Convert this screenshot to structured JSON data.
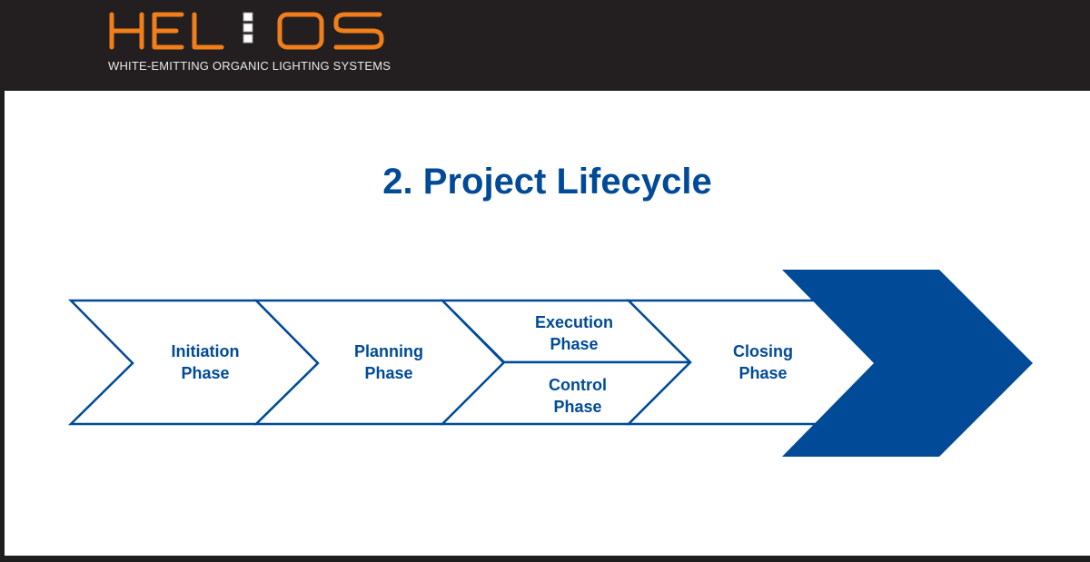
{
  "header": {
    "logo_text": "HEL:OS",
    "tagline": "WHITE-EMITTING ORGANIC LIGHTING SYSTEMS"
  },
  "slide": {
    "title": "2. Project Lifecycle"
  },
  "lifecycle": {
    "phases": [
      {
        "line1": "Initiation",
        "line2": "Phase"
      },
      {
        "line1": "Planning",
        "line2": "Phase"
      },
      {
        "line1": "Execution",
        "line2": "Phase"
      },
      {
        "line1": "Control",
        "line2": "Phase"
      },
      {
        "line1": "Closing",
        "line2": "Phase"
      }
    ]
  },
  "colors": {
    "header_bg": "#231f20",
    "logo_orange": "#f07e1b",
    "brand_blue": "#004a97"
  }
}
